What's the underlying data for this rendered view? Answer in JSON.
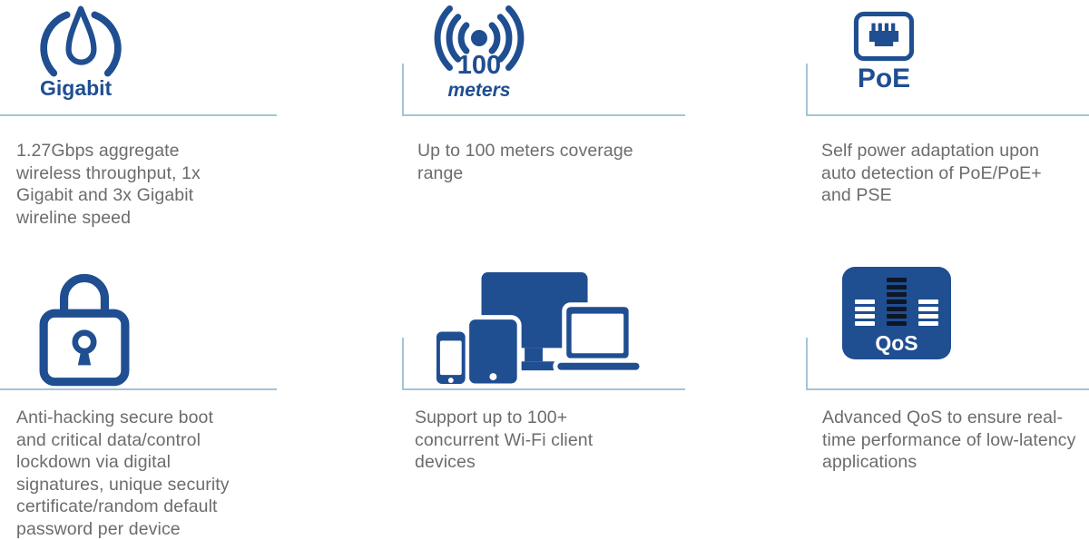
{
  "colors": {
    "accent": "#1f4e91",
    "text": "#6b6c6e",
    "divider": "#a5c4d6",
    "qos_bar_dark": "#0e1726",
    "background": "#ffffff"
  },
  "features": {
    "gigabit": {
      "icon": "speedometer-icon",
      "title": "Gigabit",
      "description": "1.27Gbps aggregate wireless throughput, 1x Gigabit and 3x Gigabit wireline speed"
    },
    "coverage": {
      "icon": "wireless-signal-icon",
      "value": "100",
      "unit": "meters",
      "description": "Up to 100 meters coverage range"
    },
    "poe": {
      "icon": "ethernet-port-icon",
      "title": "PoE",
      "description": "Self power adaptation upon auto detection of PoE/PoE+ and PSE"
    },
    "security": {
      "icon": "padlock-icon",
      "description": "Anti-hacking secure boot and critical data/control lockdown via digital signatures, unique security certificate/random default password per device"
    },
    "clients": {
      "icon": "client-devices-icon",
      "description": "Support up to 100+ concurrent Wi-Fi client devices"
    },
    "qos": {
      "icon": "qos-equalizer-icon",
      "badge": "QoS",
      "description": "Advanced QoS to ensure real-time performance of low-latency applications"
    }
  }
}
